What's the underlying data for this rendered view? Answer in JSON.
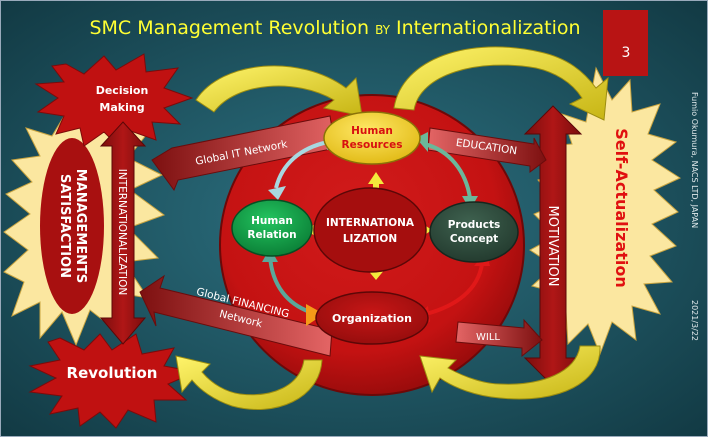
{
  "title": "SMC Management Revolution BY Internationalization",
  "title_parts": {
    "main": "SMC Management Revolution ",
    "by": "BY",
    "tail": " Internationalization"
  },
  "page_number": "3",
  "side_credit": "Fumio Okumura, NACS LTD, JAPAN",
  "date": "2021/3/22",
  "labels": {
    "decision_line1": "Decision",
    "decision_line2": "Making",
    "management_line1": "MANAGEMENTS",
    "management_line2": "SATISFACTION",
    "revolution": "Revolution",
    "self_actualization": "Self-Actualization",
    "internationalization_vertical": "INTERNATIONALIZATION",
    "motivation": "MOTIVATION",
    "global_it": "Global IT Network",
    "education": "EDUCATION",
    "global_financing_line1": "Global FINANCING",
    "global_financing_line2": "Network",
    "will": "WILL"
  },
  "nodes": {
    "human_resources_line1": "Human",
    "human_resources_line2": "Resources",
    "human_relation_line1": "Human",
    "human_relation_line2": "Relation",
    "center_line1": "INTERNATIONA",
    "center_line2": "LIZATION",
    "products_line1": "Products",
    "products_line2": "Concept",
    "organization": "Organization"
  },
  "colors": {
    "background": "#1d4f5a",
    "title": "#ffff33",
    "dark_red": "#b30d0d",
    "burst_yellow": "#fbe7a0",
    "yellow_node": "#f2d32c",
    "green_node": "#0fa148",
    "dark_green_node": "#2f4c3c",
    "arrow_yellow": "#f4ea3c"
  }
}
